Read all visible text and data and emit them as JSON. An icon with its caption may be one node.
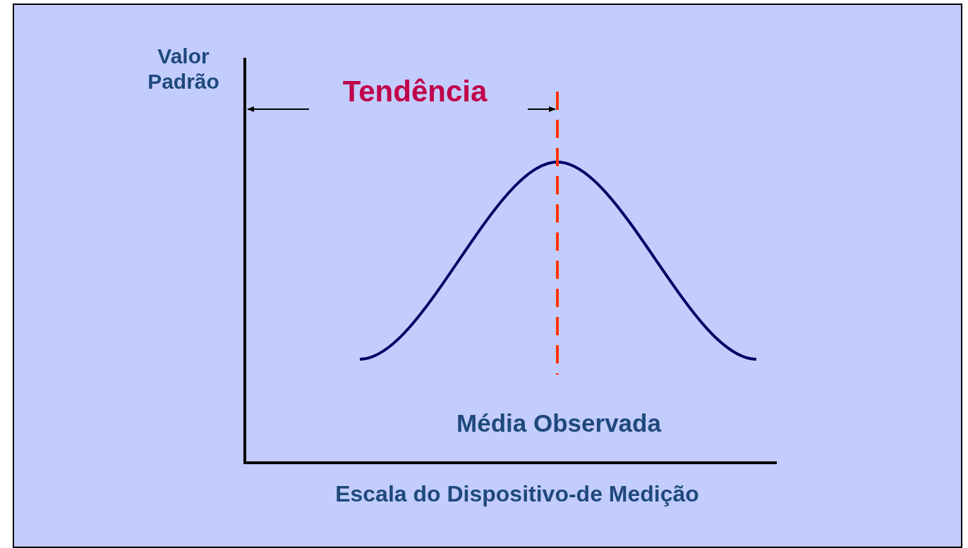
{
  "diagram": {
    "labels": [
      "Valor Padrão",
      "Tendência",
      "Média Observada",
      "Escala do Dispositivo-de Medição"
    ]
  }
}
